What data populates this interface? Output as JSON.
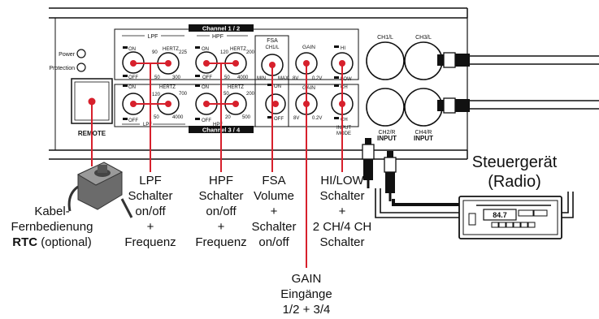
{
  "panel": {
    "power_label": "Power",
    "protection_label": "Protection",
    "remote_label": "REMOTE",
    "channel_12": "Channel 1 / 2",
    "channel_34": "Channel 3 / 4",
    "lpf": "LPF",
    "hpf": "HPF",
    "lpf_bottom": "LPF",
    "hpf_bottom": "HPF",
    "hertz": "HERTZ",
    "on": "ON",
    "off": "OFF",
    "lpf12_ticks": [
      "90",
      "225",
      "50",
      "300"
    ],
    "hpf12_ticks": [
      "120",
      "200",
      "50",
      "4000"
    ],
    "lpf34_ticks": [
      "120",
      "700",
      "50",
      "4000"
    ],
    "hpf34_ticks": [
      "50",
      "200",
      "20",
      "500"
    ],
    "fsa_title": "FSA",
    "fsa_sub": "CH1/L",
    "fsa_min": "MIN",
    "fsa_max": "MAX",
    "gain": "GAIN",
    "gain_min": "8V",
    "gain_max": "0.2V",
    "hi": "HI",
    "low": "LOW",
    "ch_a": "CH",
    "ch_b": "CH",
    "input_mode": [
      "INPUT",
      "MODE"
    ],
    "ch1l": "CH1/L",
    "ch3l": "CH3/L",
    "ch2r": "CH2/R",
    "ch4r": "CH4/R",
    "input": "INPUT",
    "input2": "INPUT"
  },
  "captions": {
    "kabel": [
      "Kabel-",
      "Fernbedienung"
    ],
    "rtc": "RTC",
    "rtc_suffix": " (optional)",
    "lpf": [
      "LPF",
      "Schalter",
      "on/off",
      "+",
      "Frequenz"
    ],
    "hpf": [
      "HPF",
      "Schalter",
      "on/off",
      "+",
      "Frequenz"
    ],
    "fsa": [
      "FSA",
      "Volume",
      "+",
      "Schalter",
      "on/off"
    ],
    "hilow": [
      "HI/LOW",
      "Schalter",
      "+",
      "2 CH/4 CH",
      "Schalter"
    ],
    "gain": [
      "GAIN",
      "Eingänge",
      "1/2 + 3/4"
    ],
    "steuer": [
      "Steuergerät",
      "(Radio)"
    ]
  },
  "radio_display": "84.7",
  "colors": {
    "accent": "#d7202c",
    "ink": "#111111"
  }
}
